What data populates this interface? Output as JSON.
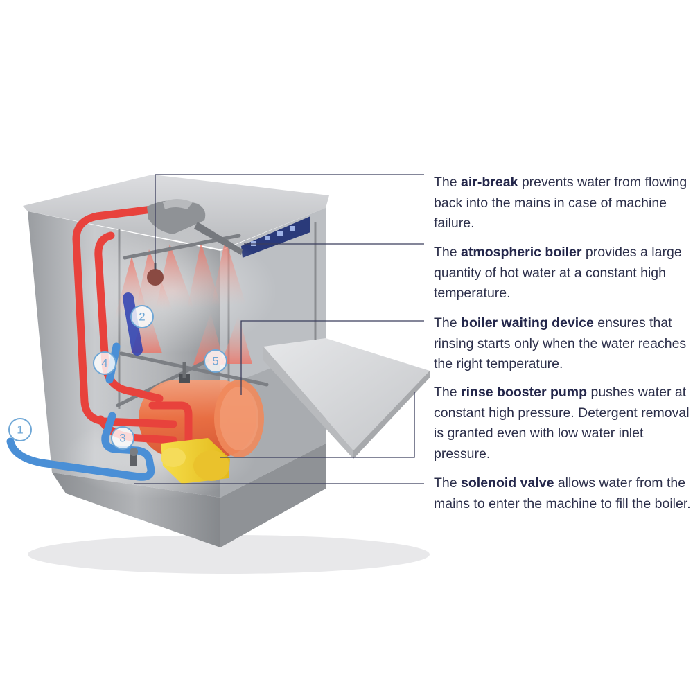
{
  "descriptions": [
    {
      "bold": "air-break",
      "before": "The ",
      "after": " prevents water from flowing back into the mains in case of machine failure."
    },
    {
      "bold": "atmospheric boiler",
      "before": "The ",
      "after": " provides a large quantity of hot water at a constant high temperature."
    },
    {
      "bold": "boiler waiting device",
      "before": "The ",
      "after": " ensures that rinsing starts only when the water reaches the right temperature."
    },
    {
      "bold": "rinse booster pump",
      "before": "The ",
      "after": " pushes water at constant high pressure. Detergent removal is granted even with low water inlet pressure."
    },
    {
      "bold": "solenoid valve",
      "before": "The ",
      "after": " allows water from the mains to enter the machine to fill the boiler."
    }
  ],
  "markers": [
    "1",
    "2",
    "3",
    "4",
    "5"
  ],
  "colors": {
    "text": "#2c2f4a",
    "leader_line": "#3a3d5c",
    "hot_pipe": "#e8423c",
    "cold_pipe": "#4a8fd6",
    "marker": "#6fa7d6",
    "boiler": "#f06a3a",
    "pump": "#f2d22e",
    "control_panel": "#2a3a7a"
  }
}
